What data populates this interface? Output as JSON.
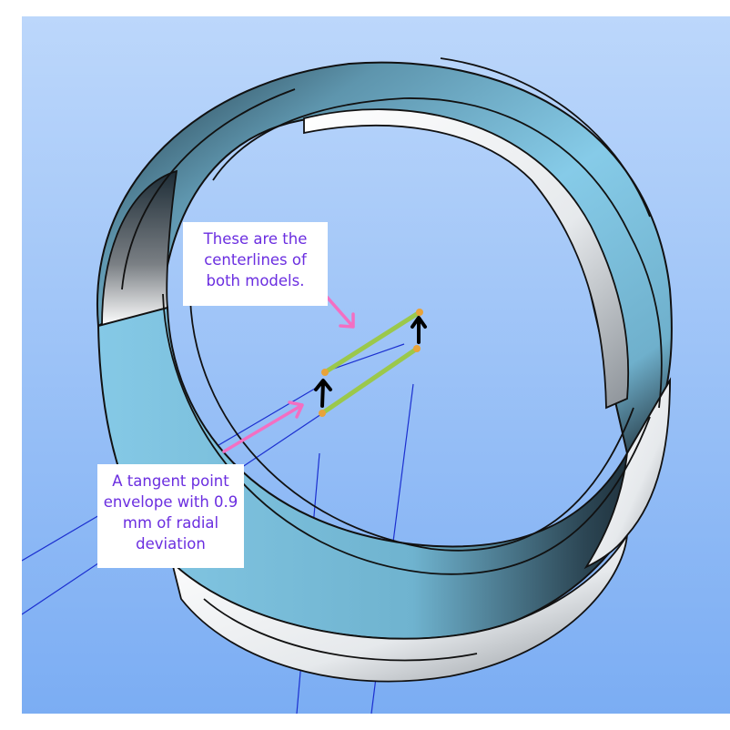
{
  "viewport": {
    "background_top": "#bcd7fb",
    "background_bottom": "#7badf3"
  },
  "model": {
    "ring_outer_color": "#7cc5e3",
    "ring_inner_color": "#ffffff",
    "edge_color": "#111111",
    "axis_color": "#1b2fd0",
    "centerline_color": "#9bc84b",
    "endpoint_color": "#e8a33a"
  },
  "annotations": {
    "centerlines": {
      "lines": [
        "These are the",
        "centerlines of",
        "both models."
      ],
      "arrow_color": "#f36fc2"
    },
    "envelope": {
      "lines": [
        "A tangent point",
        "envelope with 0.9",
        "mm of radial",
        "deviation"
      ],
      "arrow_color": "#f36fc2"
    },
    "text_color": "#6b2ee0"
  }
}
